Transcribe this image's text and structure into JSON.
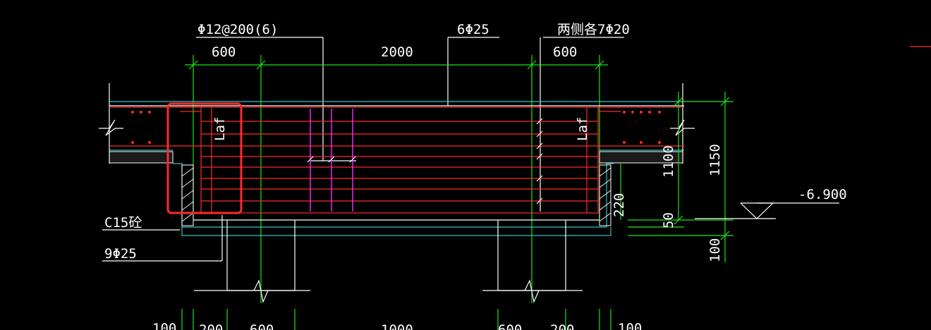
{
  "labels": {
    "stirrup": "Φ12@200(6)",
    "top_bars": "6Φ25",
    "side_bars": "两侧各7Φ20",
    "dim_left": "600",
    "dim_mid": "2000",
    "dim_right": "600",
    "anchor_left": "Laf",
    "anchor_right": "Laf",
    "concrete": "C15砼",
    "bottom_bars": "9Φ25",
    "elevation": "-6.900",
    "dim_1100": "1100",
    "dim_1150": "1150",
    "dim_220": "220",
    "dim_50": "50",
    "dim_100_v": "100",
    "bottom_dim_100a": "100",
    "bottom_dim_200a": "200",
    "bottom_dim_600a": "600",
    "bottom_dim_1000": "1000",
    "bottom_dim_600b": "600",
    "bottom_dim_200b": "200",
    "bottom_dim_100b": "100"
  },
  "colors": {
    "background": "#000000",
    "outline": "#ffffff",
    "dimension": "#19e619",
    "concrete_edge": "#2ec4c4",
    "rebar": "#ff2a2a",
    "stirrup": "#ff2aff",
    "highlight": "#ff2a2a"
  }
}
